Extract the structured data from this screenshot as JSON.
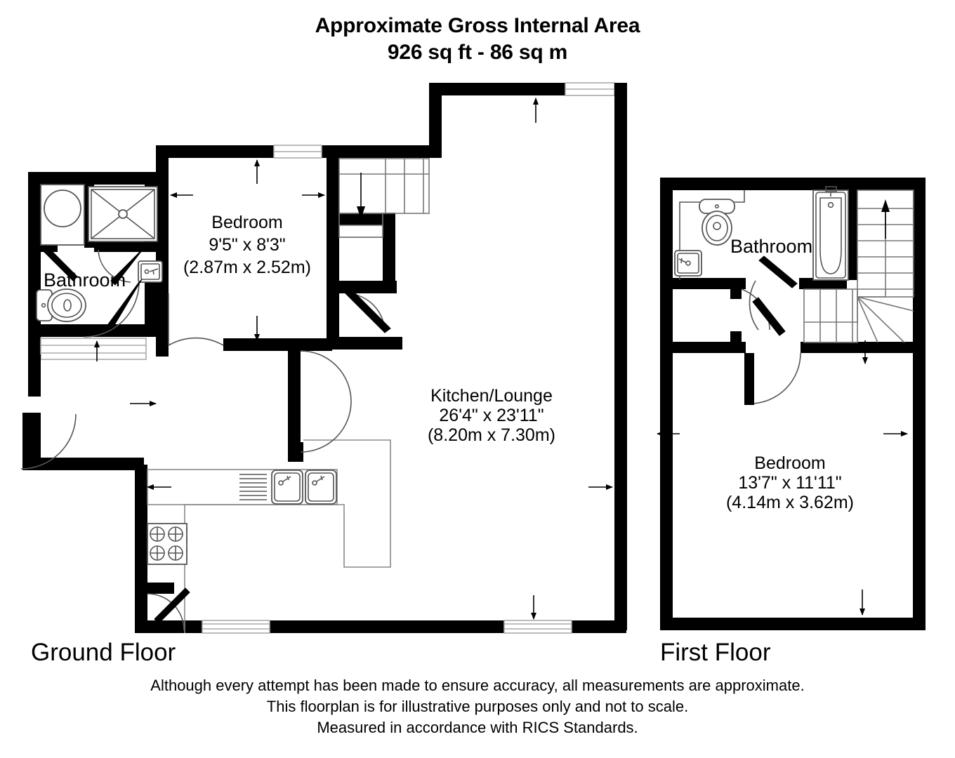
{
  "header": {
    "line1": "Approximate Gross Internal Area",
    "line2": "926 sq ft - 86 sq m"
  },
  "floors": [
    {
      "id": "ground",
      "label": "Ground Floor",
      "rooms": [
        {
          "name": "Bathroom",
          "label": "Bathroom",
          "dims_ft": "",
          "dims_m": "",
          "fixtures": [
            "basin-icon",
            "shower-tray-icon",
            "toilet-icon",
            "sink-icon"
          ]
        },
        {
          "name": "Bedroom",
          "label": "Bedroom",
          "dims_ft": "9'5\" x 8'3\"",
          "dims_m": "(2.87m x 2.52m)",
          "fixtures": []
        },
        {
          "name": "Kitchen/Lounge",
          "label": "Kitchen/Lounge",
          "dims_ft": "26'4\" x 23'11\"",
          "dims_m": "(8.20m x 7.30m)",
          "fixtures": [
            "hob-icon",
            "drainer-icon",
            "double-sink-icon",
            "counter-icon"
          ]
        }
      ],
      "features": [
        "staircase-down-icon",
        "entrance-door-icon",
        "windows"
      ]
    },
    {
      "id": "first",
      "label": "First Floor",
      "rooms": [
        {
          "name": "Bathroom",
          "label": "Bathroom",
          "dims_ft": "",
          "dims_m": "",
          "fixtures": [
            "toilet-icon",
            "sink-icon",
            "bathtub-icon"
          ]
        },
        {
          "name": "Bedroom",
          "label": "Bedroom",
          "dims_ft": "13'7\" x 11'11\"",
          "dims_m": "(4.14m x 3.62m)",
          "fixtures": []
        }
      ],
      "features": [
        "staircase-up-icon",
        "landing"
      ]
    }
  ],
  "footer": {
    "line1": "Although every attempt has been made to ensure accuracy, all measurements are approximate.",
    "line2": "This floorplan is for illustrative purposes only and not to scale.",
    "line3": "Measured in accordance with RICS Standards."
  },
  "colors": {
    "wall": "#000000",
    "background": "#ffffff",
    "fixture_outline": "#555555",
    "text": "#000000"
  }
}
